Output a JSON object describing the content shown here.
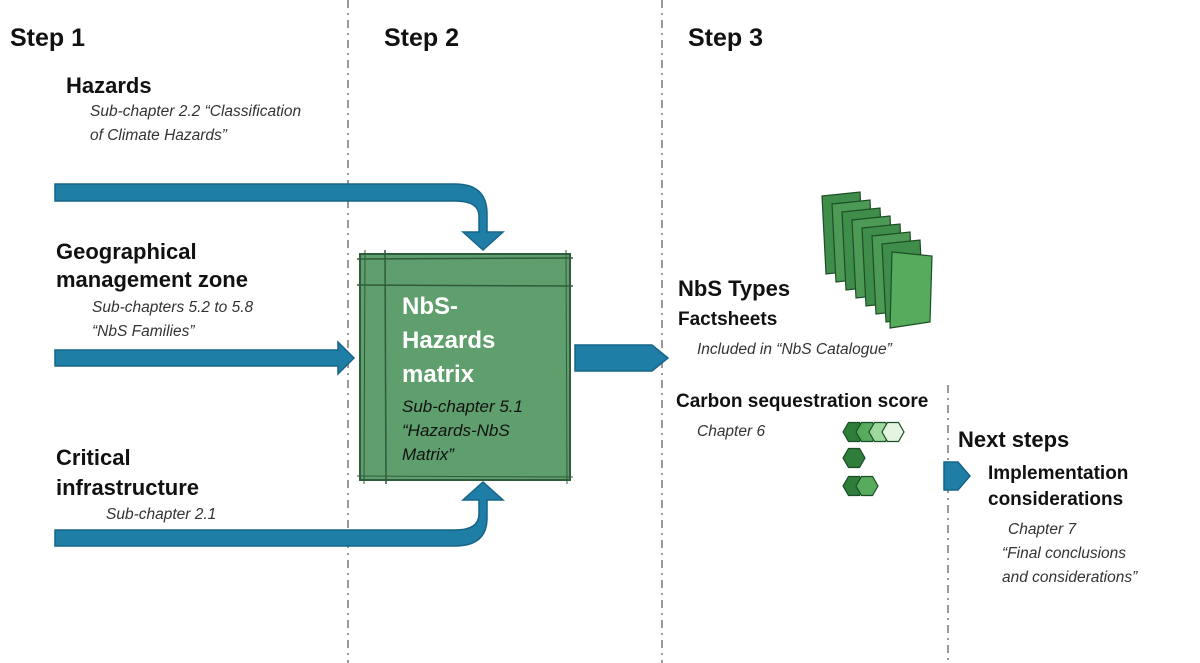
{
  "colors": {
    "arrow": "#1f7ea6",
    "arrow_stroke": "#166587",
    "matrix_fill": "#5f9e6d",
    "matrix_stroke": "#2f5c3a",
    "divider": "#999999",
    "leaf_dark": "#2e7d3a",
    "leaf_mid": "#56ab5c",
    "leaf_light": "#9fd79e",
    "leaf_pale": "#e4f4e0"
  },
  "steps": {
    "step1": "Step 1",
    "step2": "Step 2",
    "step3": "Step 3"
  },
  "step1": {
    "hazards": {
      "title": "Hazards",
      "sub_line1": "Sub-chapter 2.2 “Classification",
      "sub_line2": "of Climate Hazards”"
    },
    "geo": {
      "title_line1": "Geographical",
      "title_line2": "management zone",
      "sub_line1": "Sub-chapters 5.2 to 5.8",
      "sub_line2": "“NbS Families”"
    },
    "critical": {
      "title_line1": "Critical",
      "title_line2": "infrastructure",
      "sub_line1": "Sub-chapter 2.1"
    }
  },
  "step2": {
    "matrix": {
      "title_line1": "NbS-",
      "title_line2": "Hazards",
      "title_line3": "matrix",
      "sub_line1": "Sub-chapter 5.1",
      "sub_line2": "“Hazards-NbS",
      "sub_line3": "Matrix”"
    }
  },
  "step3": {
    "nbs_types": "NbS Types",
    "factsheets": "Factsheets",
    "factsheets_sub": "Included in “NbS Catalogue”",
    "carbon_title": "Carbon sequestration score",
    "carbon_sub": "Chapter  6",
    "carbon_scores": [
      3,
      1,
      2
    ]
  },
  "next": {
    "title": "Next steps",
    "impl_line1": "Implementation",
    "impl_line2": "considerations",
    "sub_line1": "Chapter  7",
    "sub_line2": "“Final conclusions",
    "sub_line3": "and considerations”"
  },
  "icons": {
    "factsheet_stack": "factsheet-stack-icon",
    "carbon_leaf": "carbon-leaf-icon"
  }
}
